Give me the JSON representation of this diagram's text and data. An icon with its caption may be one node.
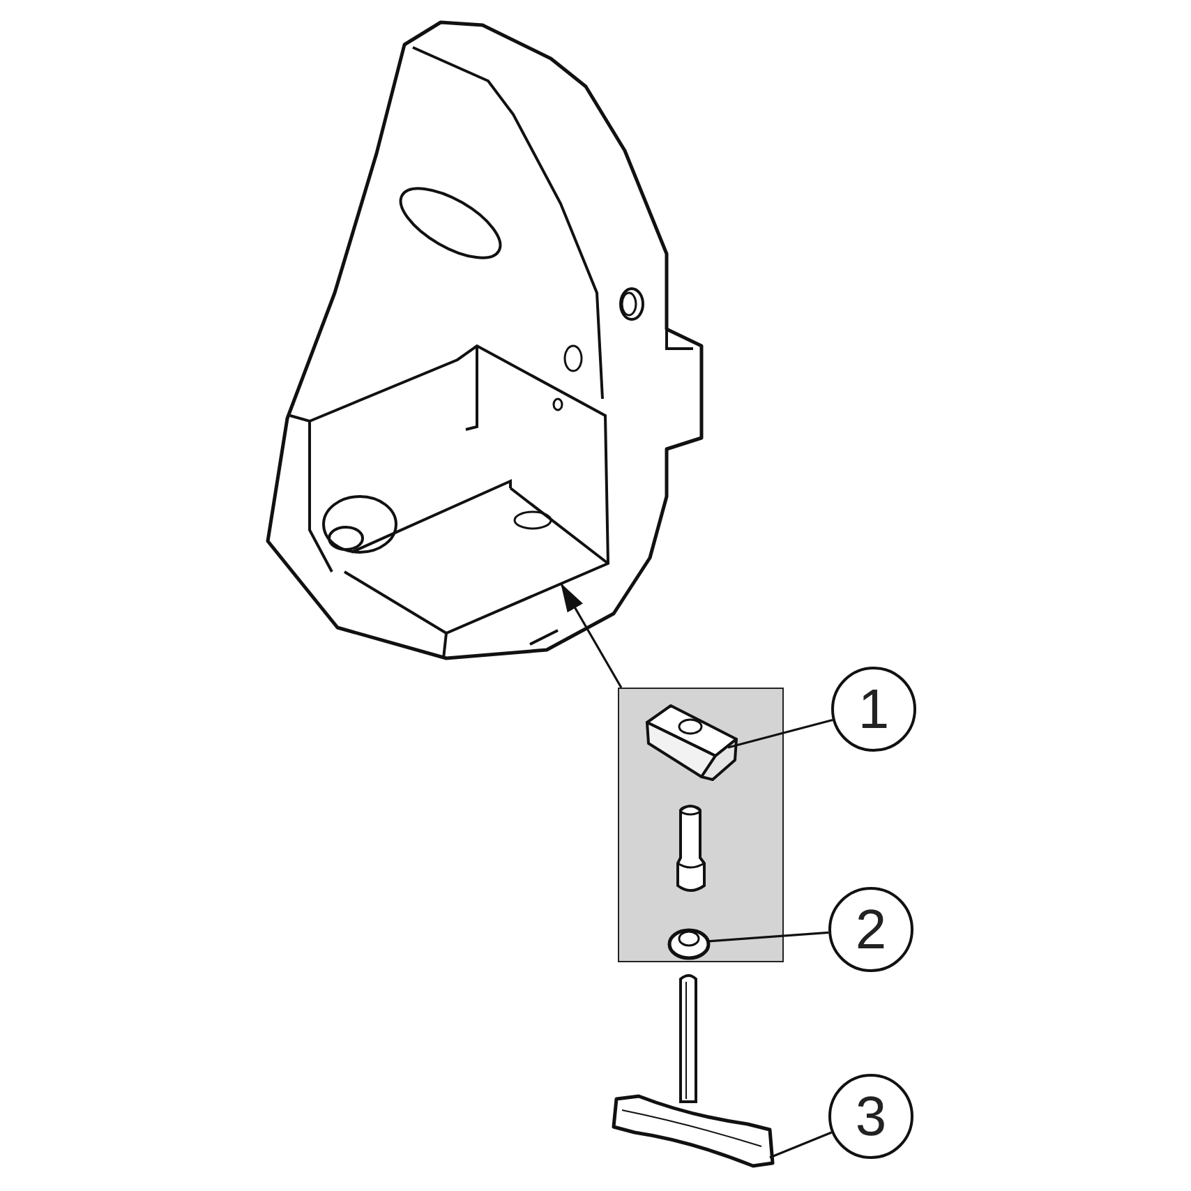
{
  "diagram": {
    "nodes": [
      {
        "text": [],
        "shape": "picture"
      },
      {
        "text": [],
        "shape": "box"
      },
      {
        "text": [],
        "shape": "picture",
        "in": 1
      },
      {
        "text": [],
        "shape": "picture",
        "in": 1
      },
      {
        "text": [],
        "shape": "picture",
        "in": 1
      },
      {
        "text": [],
        "shape": "picture"
      },
      {
        "text": [
          "1"
        ]
      },
      {
        "text": [
          "2"
        ]
      },
      {
        "text": [
          "3"
        ]
      }
    ],
    "edges": [
      {
        "from": 1,
        "to": 0,
        "arrow": "to"
      },
      {
        "from": 6,
        "to": 2,
        "arrow": "none"
      },
      {
        "from": 7,
        "to": 4,
        "arrow": "none"
      },
      {
        "from": 8,
        "to": 5,
        "arrow": "none"
      }
    ]
  }
}
